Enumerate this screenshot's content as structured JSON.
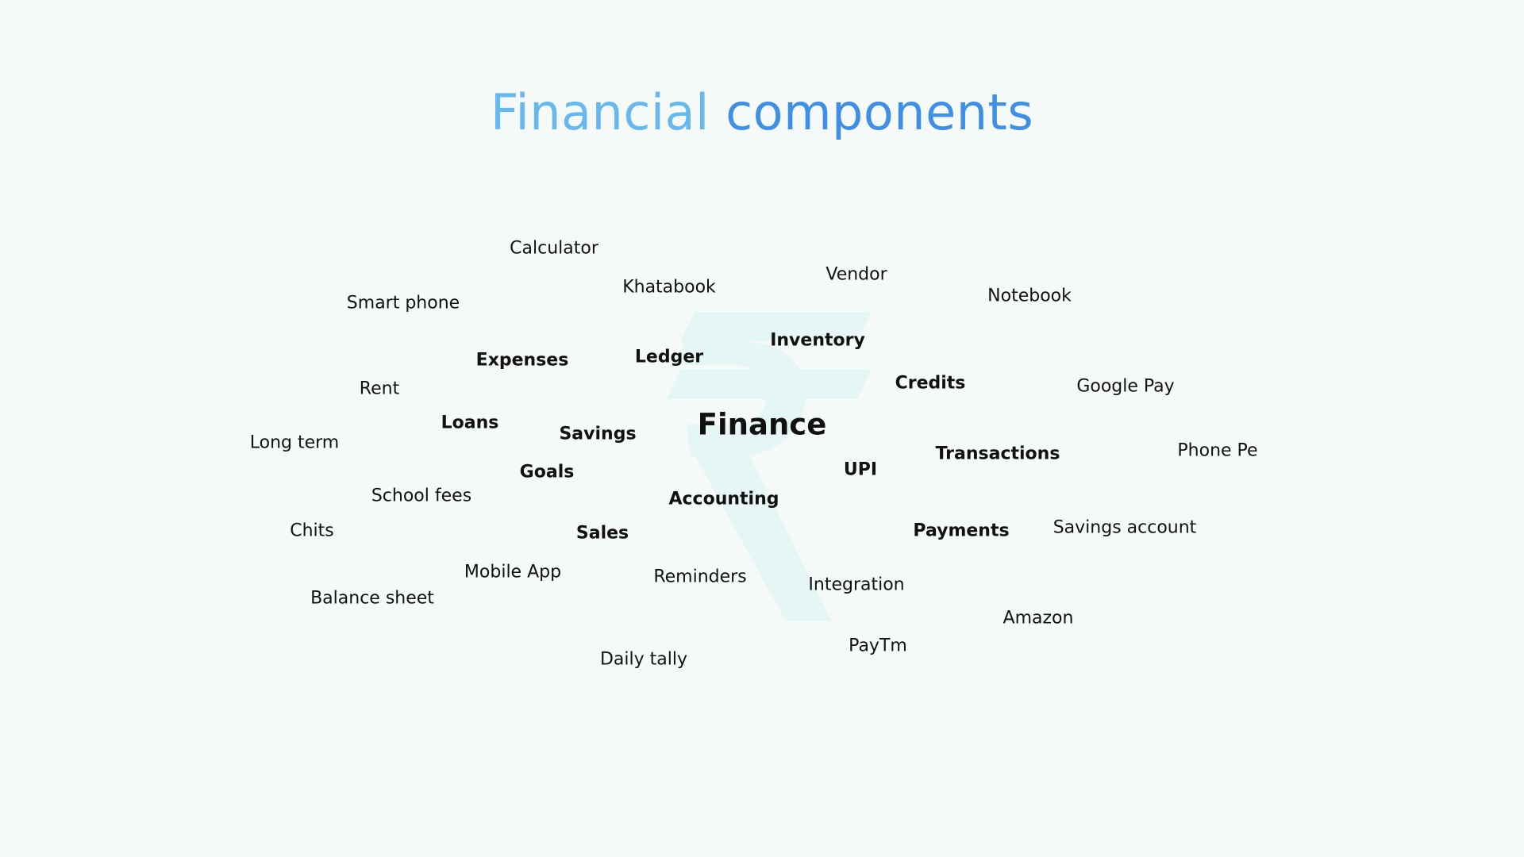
{
  "title": {
    "part1": "Financial",
    "part2": "components",
    "color_light": "#66b8ee",
    "color_dark": "#3f8fe6"
  },
  "watermark_icon": "rupee-icon",
  "center_word": "Finance",
  "words": [
    {
      "id": "calculator",
      "text": "Calculator",
      "weight": "normal"
    },
    {
      "id": "khatabook",
      "text": "Khatabook",
      "weight": "normal"
    },
    {
      "id": "vendor",
      "text": "Vendor",
      "weight": "normal"
    },
    {
      "id": "notebook",
      "text": "Notebook",
      "weight": "normal"
    },
    {
      "id": "smart-phone",
      "text": "Smart phone",
      "weight": "normal"
    },
    {
      "id": "inventory",
      "text": "Inventory",
      "weight": "bold"
    },
    {
      "id": "ledger",
      "text": "Ledger",
      "weight": "bold"
    },
    {
      "id": "expenses",
      "text": "Expenses",
      "weight": "bold"
    },
    {
      "id": "credits",
      "text": "Credits",
      "weight": "bold"
    },
    {
      "id": "google-pay",
      "text": "Google Pay",
      "weight": "normal"
    },
    {
      "id": "rent",
      "text": "Rent",
      "weight": "normal"
    },
    {
      "id": "loans",
      "text": "Loans",
      "weight": "bold"
    },
    {
      "id": "savings",
      "text": "Savings",
      "weight": "bold"
    },
    {
      "id": "long-term",
      "text": "Long term",
      "weight": "normal"
    },
    {
      "id": "transactions",
      "text": "Transactions",
      "weight": "bold"
    },
    {
      "id": "phone-pe",
      "text": "Phone Pe",
      "weight": "normal"
    },
    {
      "id": "upi",
      "text": "UPI",
      "weight": "bold"
    },
    {
      "id": "goals",
      "text": "Goals",
      "weight": "bold"
    },
    {
      "id": "school-fees",
      "text": "School fees",
      "weight": "normal"
    },
    {
      "id": "accounting",
      "text": "Accounting",
      "weight": "bold"
    },
    {
      "id": "chits",
      "text": "Chits",
      "weight": "normal"
    },
    {
      "id": "payments",
      "text": "Payments",
      "weight": "bold"
    },
    {
      "id": "savings-account",
      "text": "Savings account",
      "weight": "normal"
    },
    {
      "id": "sales",
      "text": "Sales",
      "weight": "bold"
    },
    {
      "id": "mobile-app",
      "text": "Mobile App",
      "weight": "normal"
    },
    {
      "id": "reminders",
      "text": "Reminders",
      "weight": "normal"
    },
    {
      "id": "integration",
      "text": "Integration",
      "weight": "normal"
    },
    {
      "id": "balance-sheet",
      "text": "Balance sheet",
      "weight": "normal"
    },
    {
      "id": "amazon",
      "text": "Amazon",
      "weight": "normal"
    },
    {
      "id": "paytm",
      "text": "PayTm",
      "weight": "normal"
    },
    {
      "id": "daily-tally",
      "text": "Daily tally",
      "weight": "normal"
    }
  ]
}
